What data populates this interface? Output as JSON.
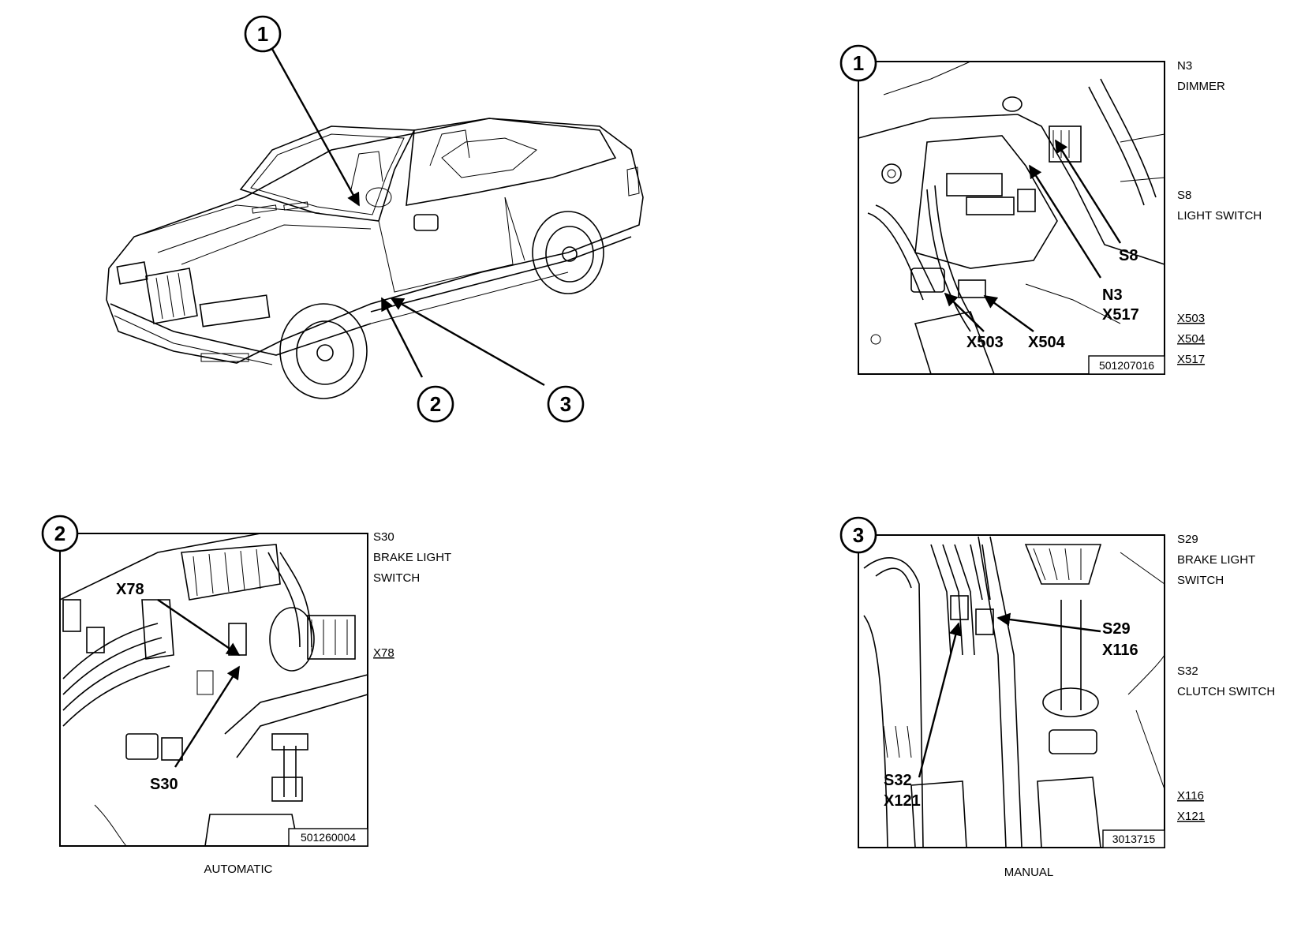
{
  "overview": {
    "markers": [
      "1",
      "2",
      "3"
    ]
  },
  "panel1": {
    "number": "1",
    "callouts": {
      "s8": "S8",
      "n3": "N3",
      "x517": "X517",
      "x503": "X503",
      "x504": "X504"
    },
    "image_code": "501207016",
    "side_labels": {
      "n3_code": "N3",
      "n3_desc": "DIMMER",
      "s8_code": "S8",
      "s8_desc": "LIGHT SWITCH",
      "connectors": [
        "X503",
        "X504",
        "X517"
      ]
    }
  },
  "panel2": {
    "number": "2",
    "callouts": {
      "x78": "X78",
      "s30": "S30"
    },
    "image_code": "501260004",
    "side_labels": {
      "s30_code": "S30",
      "s30_desc_1": "BRAKE LIGHT",
      "s30_desc_2": "SWITCH",
      "connectors": [
        "X78"
      ]
    },
    "caption": "AUTOMATIC"
  },
  "panel3": {
    "number": "3",
    "callouts": {
      "s29": "S29",
      "x116": "X116",
      "s32": "S32",
      "x121": "X121"
    },
    "image_code": "3013715",
    "side_labels": {
      "s29_code": "S29",
      "s29_desc_1": "BRAKE LIGHT",
      "s29_desc_2": "SWITCH",
      "s32_code": "S32",
      "s32_desc": "CLUTCH SWITCH",
      "connectors": [
        "X116",
        "X121"
      ]
    },
    "caption": "MANUAL"
  }
}
